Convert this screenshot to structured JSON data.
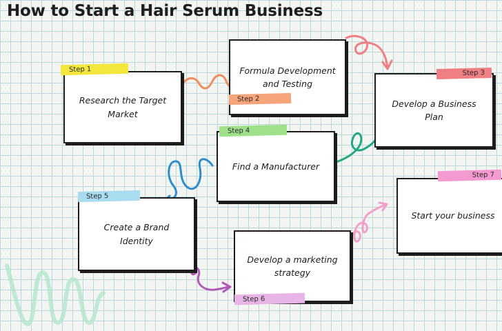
{
  "title": "How to Start a Hair Serum Business",
  "steps": [
    {
      "tag": "Step 1",
      "text": "Research the Target Market",
      "color": "#f3e63d"
    },
    {
      "tag": "Step 2",
      "text": "Formula Development and Testing",
      "color": "#f6a47a"
    },
    {
      "tag": "Step 3",
      "text": "Develop a Business Plan",
      "color": "#f07f84"
    },
    {
      "tag": "Step 4",
      "text": "Find a Manufacturer",
      "color": "#9fe08b"
    },
    {
      "tag": "Step 5",
      "text": "Create a Brand Identity",
      "color": "#a9dcee"
    },
    {
      "tag": "Step 6",
      "text": "Develop a marketing strategy",
      "color": "#e8b5e6"
    },
    {
      "tag": "Step 7",
      "text": "Start your business",
      "color": "#f49ad0"
    }
  ],
  "arrow_colors": [
    "#f08d5e",
    "#f07f84",
    "#22a983",
    "#2e8cc8",
    "#b05ab5",
    "#f2a0c9"
  ]
}
